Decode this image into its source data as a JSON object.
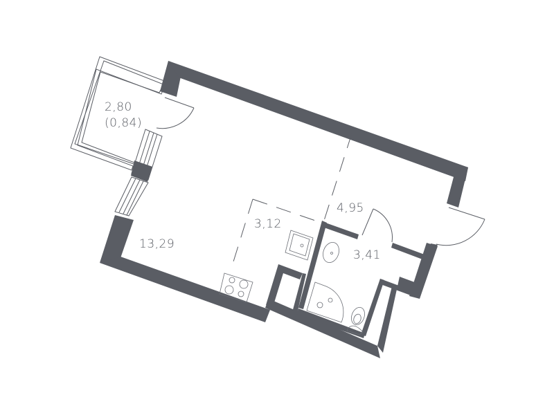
{
  "floor_plan": {
    "colors": {
      "wall": "#5a5d64",
      "background": "#ffffff"
    },
    "rooms": [
      {
        "id": "balcony",
        "area": "2,80",
        "sub_area": "(0,84)"
      },
      {
        "id": "living",
        "area": "13,29"
      },
      {
        "id": "kitchen",
        "area": "3,12"
      },
      {
        "id": "hallway",
        "area": "4,95"
      },
      {
        "id": "bathroom",
        "area": "3,41"
      }
    ]
  }
}
